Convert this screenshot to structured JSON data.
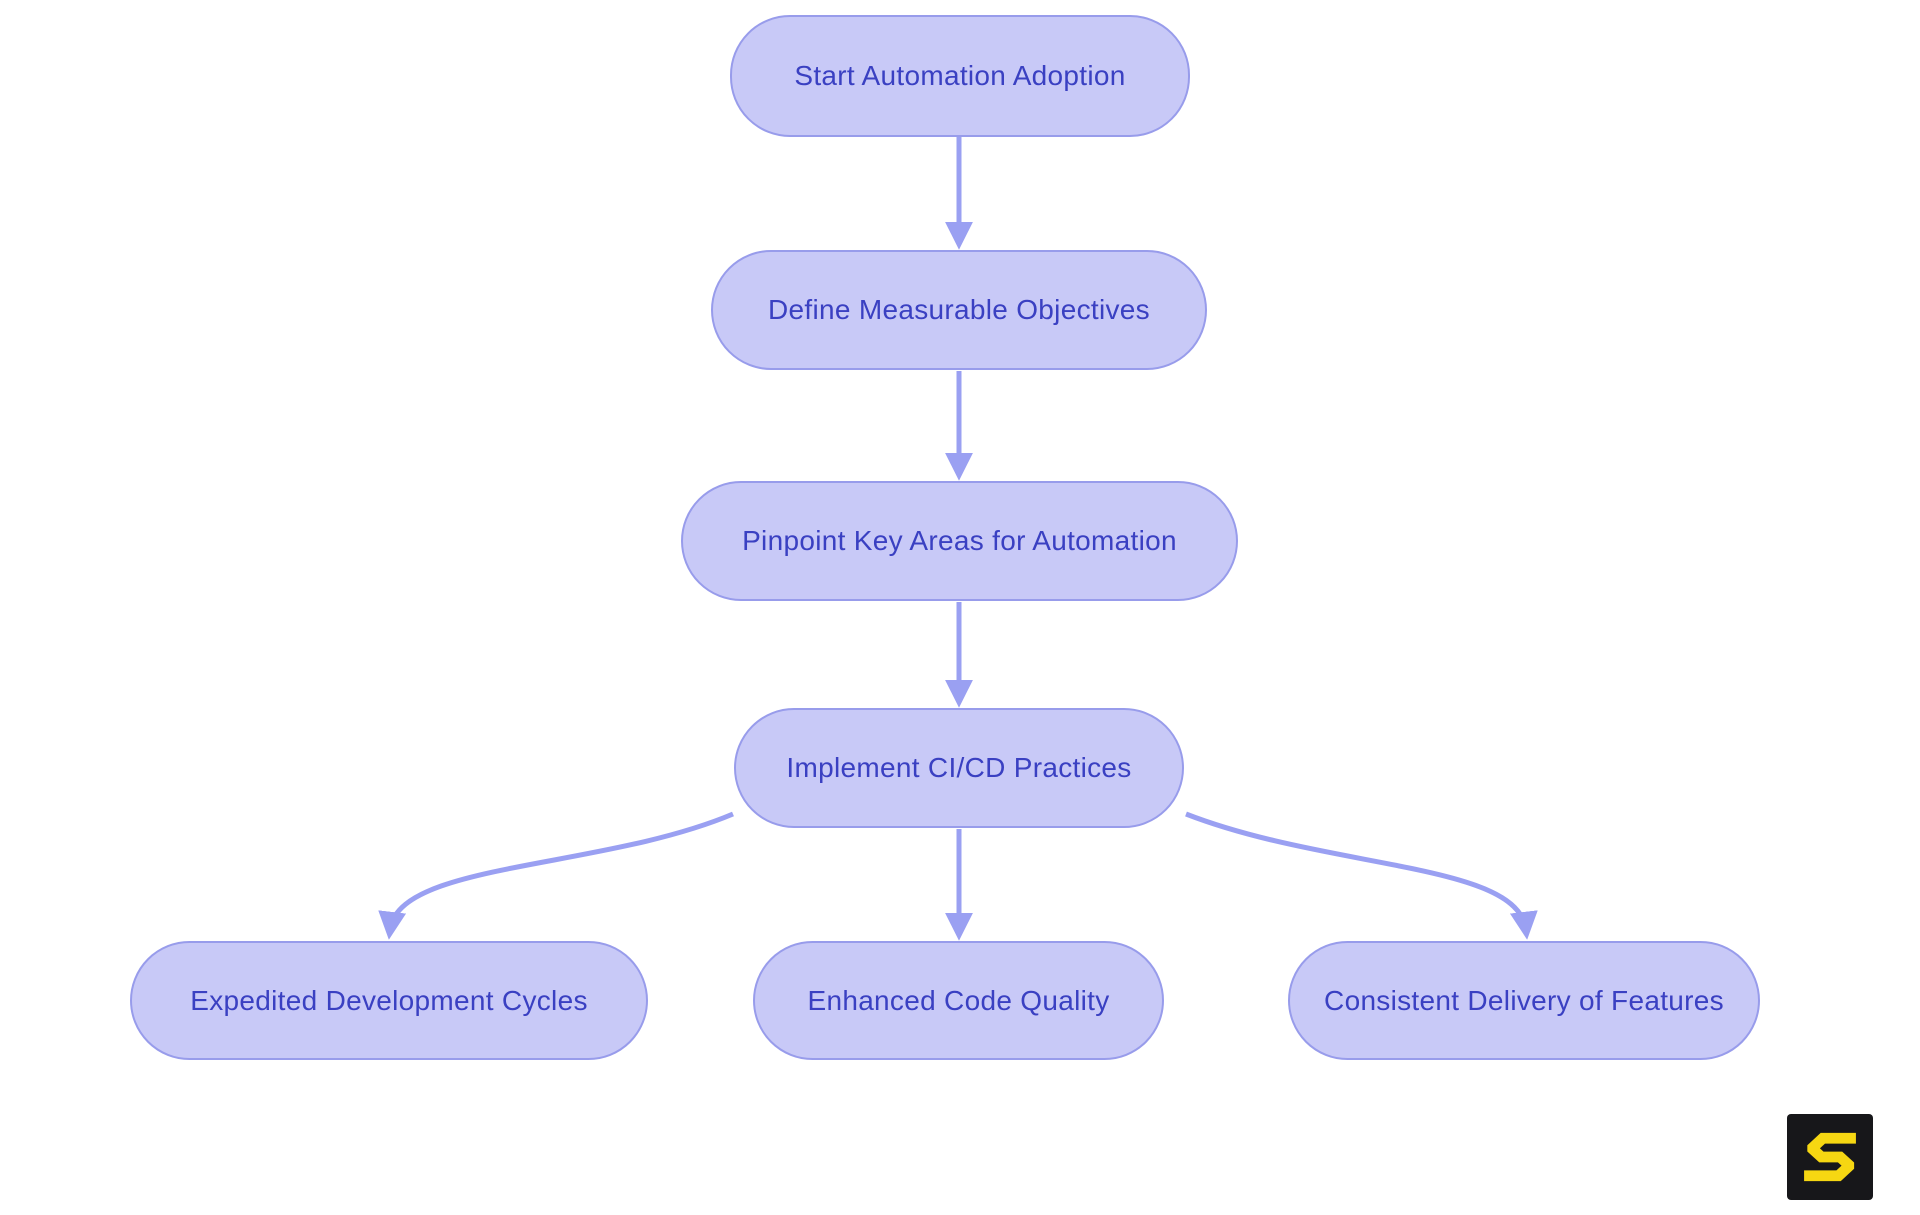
{
  "colors": {
    "canvas_bg": "#ffffff",
    "node_fill": "#c8c9f7",
    "node_border": "#989ceb",
    "node_text": "#3a40c2",
    "arrow": "#9aa0f2",
    "logo_bg": "#17171a",
    "logo_glyph": "#f6d712"
  },
  "flowchart": {
    "nodes": [
      {
        "id": "start",
        "label": "Start Automation Adoption"
      },
      {
        "id": "define",
        "label": "Define Measurable Objectives"
      },
      {
        "id": "pinpoint",
        "label": "Pinpoint Key Areas for Automation"
      },
      {
        "id": "implement",
        "label": "Implement CI/CD Practices"
      },
      {
        "id": "expedited",
        "label": "Expedited Development Cycles"
      },
      {
        "id": "enhanced",
        "label": "Enhanced Code Quality"
      },
      {
        "id": "consistent",
        "label": "Consistent Delivery of Features"
      }
    ],
    "edges": [
      {
        "from": "start",
        "to": "define"
      },
      {
        "from": "define",
        "to": "pinpoint"
      },
      {
        "from": "pinpoint",
        "to": "implement"
      },
      {
        "from": "implement",
        "to": "expedited"
      },
      {
        "from": "implement",
        "to": "enhanced"
      },
      {
        "from": "implement",
        "to": "consistent"
      }
    ]
  },
  "branding": {
    "logo_letter": "S"
  }
}
